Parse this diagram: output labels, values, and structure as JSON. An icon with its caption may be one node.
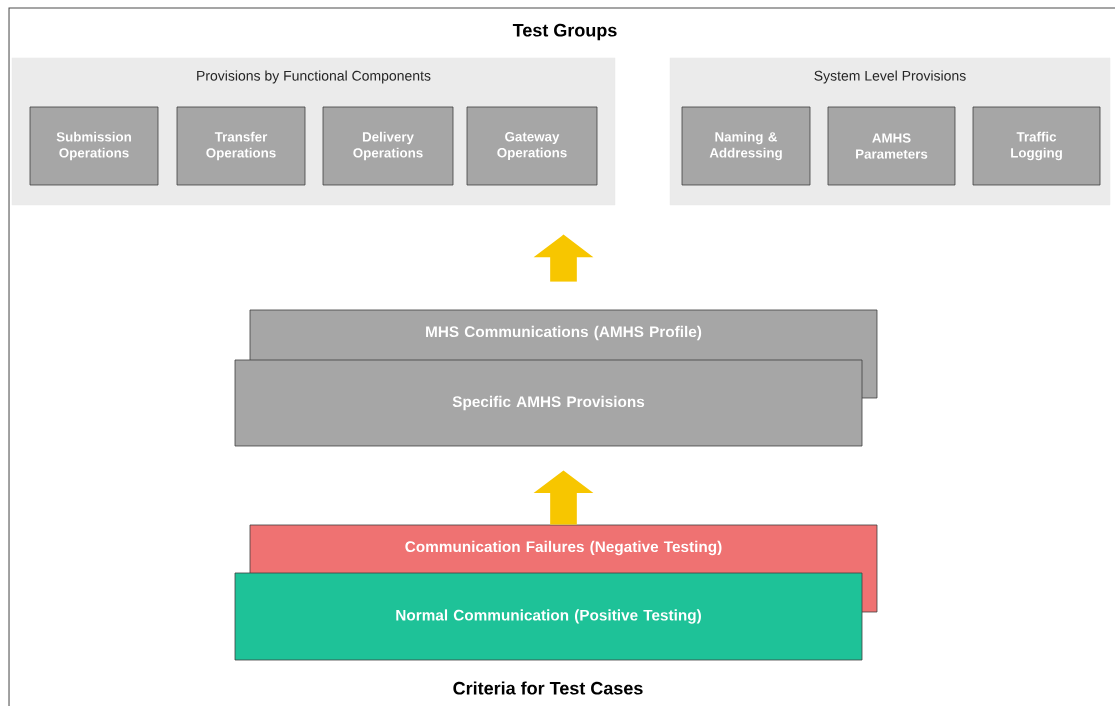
{
  "diagram": {
    "title": "Test Groups",
    "caption": "Criteria for Test Cases",
    "nodes": [
      {
        "text": [
          "Provisions by Functional Components"
        ]
      },
      {
        "text": [
          "Submission Operations"
        ],
        "in": 0
      },
      {
        "text": [
          "Transfer Operations"
        ],
        "in": 0
      },
      {
        "text": [
          "Delivery Operations"
        ],
        "in": 0
      },
      {
        "text": [
          "Gateway Operations"
        ],
        "in": 0
      },
      {
        "text": [
          "System Level Provisions"
        ]
      },
      {
        "text": [
          "Naming & Addressing"
        ],
        "in": 5
      },
      {
        "text": [
          "AMHS Parameters"
        ],
        "in": 5
      },
      {
        "text": [
          "Traffic Logging"
        ],
        "in": 5
      },
      {
        "text": [
          "MHS Communications (AMHS Profile)"
        ]
      },
      {
        "text": [
          "Specific AMHS Provisions"
        ]
      },
      {
        "text": [
          "Communication Failures (Negative Testing)"
        ]
      },
      {
        "text": [
          "Normal Communication (Positive Testing)"
        ]
      }
    ],
    "edges": [
      {
        "from": 11,
        "to": 10,
        "arrow": "to"
      },
      {
        "from": 9,
        "to": 0,
        "arrow": "to"
      }
    ]
  }
}
